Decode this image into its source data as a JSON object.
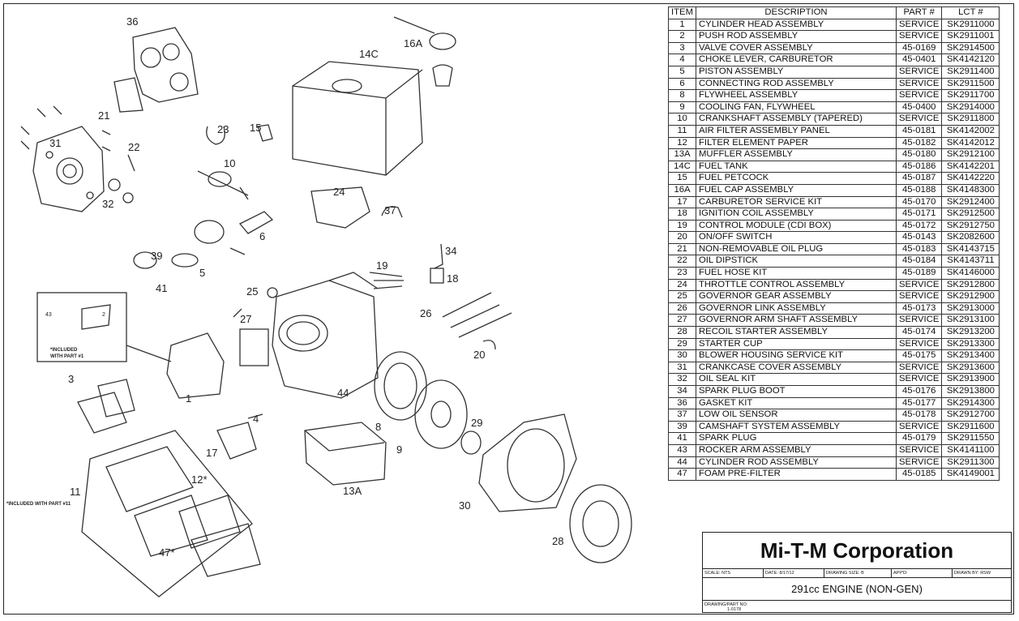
{
  "table": {
    "headers": {
      "item": "ITEM",
      "desc": "DESCRIPTION",
      "part": "PART #",
      "lct": "LCT #"
    },
    "rows": [
      {
        "item": "1",
        "desc": "CYLINDER HEAD ASSEMBLY",
        "part": "SERVICE",
        "lct": "SK2911000"
      },
      {
        "item": "2",
        "desc": "PUSH ROD ASSEMBLY",
        "part": "SERVICE",
        "lct": "SK2911001"
      },
      {
        "item": "3",
        "desc": "VALVE COVER ASSEMBLY",
        "part": "45-0169",
        "lct": "SK2914500"
      },
      {
        "item": "4",
        "desc": "CHOKE LEVER, CARBURETOR",
        "part": "45-0401",
        "lct": "SK4142120"
      },
      {
        "item": "5",
        "desc": "PISTON ASSEMBLY",
        "part": "SERVICE",
        "lct": "SK2911400"
      },
      {
        "item": "6",
        "desc": "CONNECTING ROD ASSEMBLY",
        "part": "SERVICE",
        "lct": "SK2911500"
      },
      {
        "item": "8",
        "desc": "FLYWHEEL ASSEMBLY",
        "part": "SERVICE",
        "lct": "SK2911700"
      },
      {
        "item": "9",
        "desc": "COOLING FAN, FLYWHEEL",
        "part": "45-0400",
        "lct": "SK2914000"
      },
      {
        "item": "10",
        "desc": "CRANKSHAFT ASSEMBLY (TAPERED)",
        "part": "SERVICE",
        "lct": "SK2911800"
      },
      {
        "item": "11",
        "desc": "AIR FILTER ASSEMBLY PANEL",
        "part": "45-0181",
        "lct": "SK4142002"
      },
      {
        "item": "12",
        "desc": "FILTER ELEMENT PAPER",
        "part": "45-0182",
        "lct": "SK4142012"
      },
      {
        "item": "13A",
        "desc": "MUFFLER ASSEMBLY",
        "part": "45-0180",
        "lct": "SK2912100"
      },
      {
        "item": "14C",
        "desc": "FUEL TANK",
        "part": "45-0186",
        "lct": "SK4142201"
      },
      {
        "item": "15",
        "desc": "FUEL PETCOCK",
        "part": "45-0187",
        "lct": "SK4142220"
      },
      {
        "item": "16A",
        "desc": "FUEL CAP ASSEMBLY",
        "part": "45-0188",
        "lct": "SK4148300"
      },
      {
        "item": "17",
        "desc": "CARBURETOR SERVICE KIT",
        "part": "45-0170",
        "lct": "SK2912400"
      },
      {
        "item": "18",
        "desc": "IGNITION COIL ASSEMBLY",
        "part": "45-0171",
        "lct": "SK2912500"
      },
      {
        "item": "19",
        "desc": "CONTROL MODULE (CDI BOX)",
        "part": "45-0172",
        "lct": "SK2912750"
      },
      {
        "item": "20",
        "desc": "ON/OFF SWITCH",
        "part": "45-0143",
        "lct": "SK2082600"
      },
      {
        "item": "21",
        "desc": "NON-REMOVABLE OIL PLUG",
        "part": "45-0183",
        "lct": "SK4143715"
      },
      {
        "item": "22",
        "desc": "OIL DIPSTICK",
        "part": "45-0184",
        "lct": "SK4143711"
      },
      {
        "item": "23",
        "desc": "FUEL HOSE KIT",
        "part": "45-0189",
        "lct": "SK4146000"
      },
      {
        "item": "24",
        "desc": "THROTTLE CONTROL ASSEMBLY",
        "part": "SERVICE",
        "lct": "SK2912800"
      },
      {
        "item": "25",
        "desc": "GOVERNOR GEAR ASSEMBLY",
        "part": "SERVICE",
        "lct": "SK2912900"
      },
      {
        "item": "26",
        "desc": "GOVERNOR LINK ASSEMBLY",
        "part": "45-0173",
        "lct": "SK2913000"
      },
      {
        "item": "27",
        "desc": "GOVERNOR ARM SHAFT ASSEMBLY",
        "part": "SERVICE",
        "lct": "SK2913100"
      },
      {
        "item": "28",
        "desc": "RECOIL STARTER ASSEMBLY",
        "part": "45-0174",
        "lct": "SK2913200"
      },
      {
        "item": "29",
        "desc": "STARTER CUP",
        "part": "SERVICE",
        "lct": "SK2913300"
      },
      {
        "item": "30",
        "desc": "BLOWER HOUSING SERVICE KIT",
        "part": "45-0175",
        "lct": "SK2913400"
      },
      {
        "item": "31",
        "desc": "CRANKCASE COVER ASSEMBLY",
        "part": "SERVICE",
        "lct": "SK2913600"
      },
      {
        "item": "32",
        "desc": "OIL SEAL KIT",
        "part": "SERVICE",
        "lct": "SK2913900"
      },
      {
        "item": "34",
        "desc": "SPARK PLUG BOOT",
        "part": "45-0176",
        "lct": "SK2913800"
      },
      {
        "item": "36",
        "desc": "GASKET KIT",
        "part": "45-0177",
        "lct": "SK2914300"
      },
      {
        "item": "37",
        "desc": "LOW OIL SENSOR",
        "part": "45-0178",
        "lct": "SK2912700"
      },
      {
        "item": "39",
        "desc": "CAMSHAFT SYSTEM ASSEMBLY",
        "part": "SERVICE",
        "lct": "SK2911600"
      },
      {
        "item": "41",
        "desc": "SPARK PLUG",
        "part": "45-0179",
        "lct": "SK2911550"
      },
      {
        "item": "43",
        "desc": "ROCKER ARM ASSEMBLY",
        "part": "SERVICE",
        "lct": "SK4141100"
      },
      {
        "item": "44",
        "desc": "CYLINDER ROD ASSEMBLY",
        "part": "SERVICE",
        "lct": "SK2911300"
      },
      {
        "item": "47",
        "desc": "FOAM PRE-FILTER",
        "part": "45-0185",
        "lct": "SK4149001"
      }
    ]
  },
  "titleblock": {
    "company": "Mi-T-M Corporation",
    "scale": "SCALE: NTS",
    "date": "DATE: 8/17/12",
    "drawing_size": "DRAWING SIZE: B",
    "appd": "APP'D:",
    "drawn_by": "DRAWN BY: RSW",
    "title": "291cc ENGINE (NON-GEN)",
    "drawing_no_label": "DRAWING/PART NO:",
    "drawing_no": "1-0178"
  },
  "diagram": {
    "callouts": {
      "c36": "36",
      "c16a": "16A",
      "c14c": "14C",
      "c21": "21",
      "c31": "31",
      "c22": "22",
      "c23": "23",
      "c15": "15",
      "c10": "10",
      "c32": "32",
      "c24": "24",
      "c37": "37",
      "c39": "39",
      "c5": "5",
      "c6": "6",
      "c34": "34",
      "c19": "19",
      "c18": "18",
      "c41": "41",
      "c25": "25",
      "c27": "27",
      "c26": "26",
      "c2": "2",
      "c43": "43",
      "c20": "20",
      "c3": "3",
      "c1": "1",
      "c44": "44",
      "c8": "8",
      "c29": "29",
      "c4": "4",
      "c9": "9",
      "c17": "17",
      "c12": "12*",
      "c13a": "13A",
      "c11": "11",
      "c30": "30",
      "c47": "47*",
      "c28": "28"
    },
    "note_rocker_line1": "*INCLUDED",
    "note_rocker_line2": "WITH PART #1",
    "note_filter": "*INCLUDED WITH PART #11"
  }
}
